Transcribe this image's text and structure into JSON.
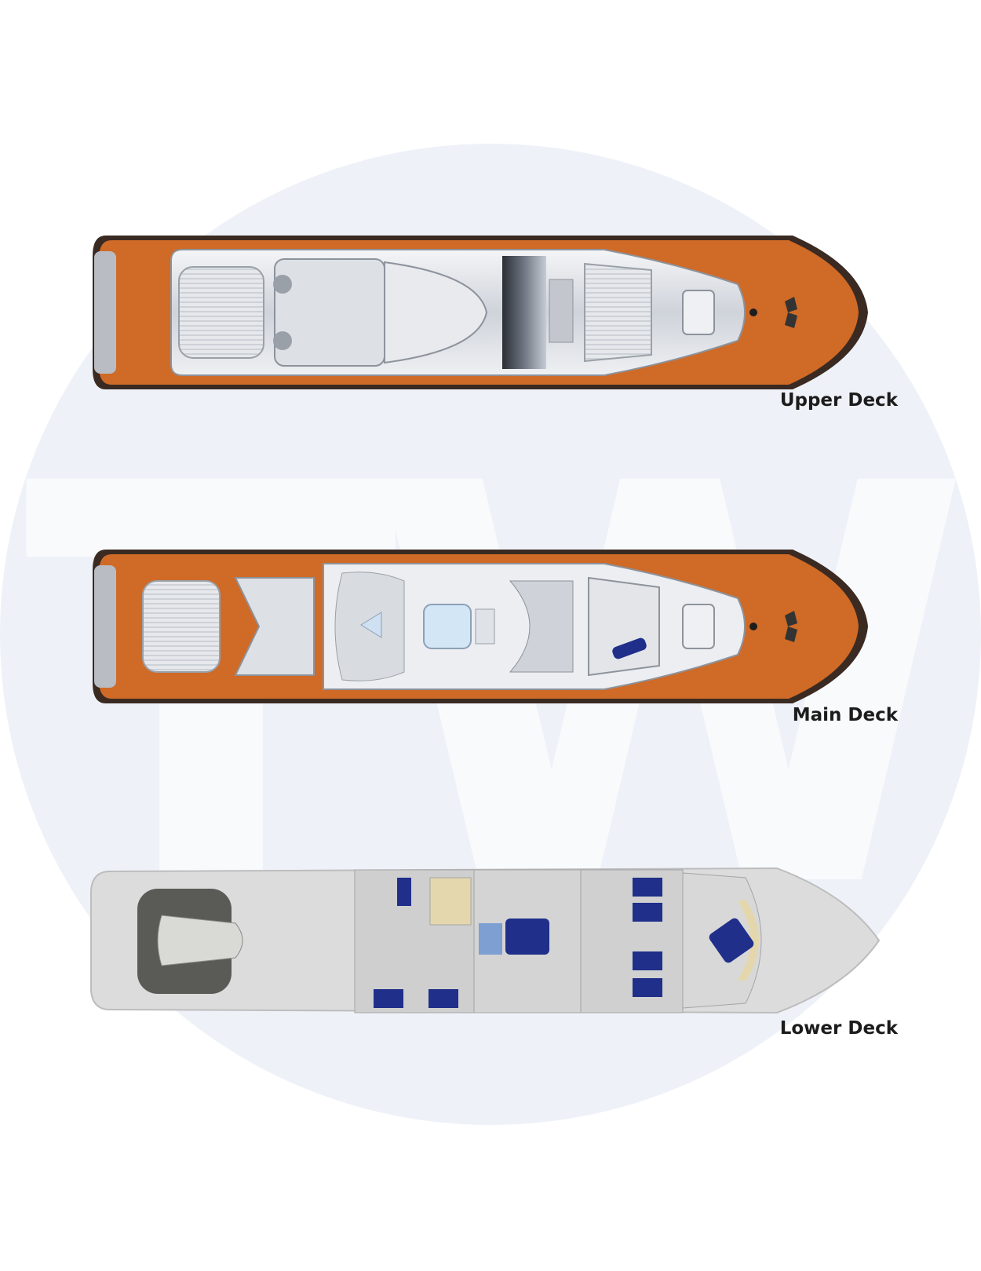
{
  "watermark": {
    "letters": "TW",
    "circle_color": "#eef2f8",
    "letter_color": "#f9fafc"
  },
  "colors": {
    "teak": "#cf6a27",
    "hull_shade": "#e9ebee",
    "upholstery": "#1f2f8a",
    "lower_floor": "#dcdcdc"
  },
  "decks": [
    {
      "id": "upper",
      "label": "Upper Deck"
    },
    {
      "id": "main",
      "label": "Main Deck"
    },
    {
      "id": "lower",
      "label": "Lower Deck"
    }
  ]
}
